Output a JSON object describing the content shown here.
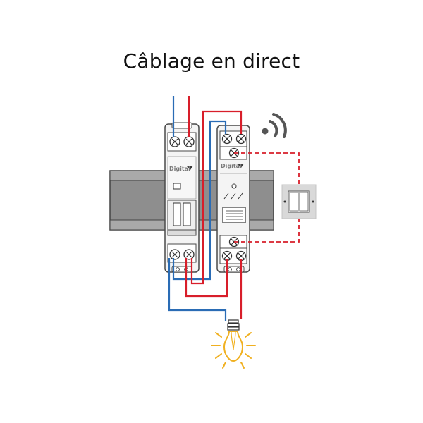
{
  "title": "Câblage en direct",
  "breaker": {
    "brand": "Digital"
  },
  "relay": {
    "brand": "Digital"
  },
  "colors": {
    "live": "#d81e2a",
    "neutral": "#2a6cb5",
    "rail": "#8c8c8c",
    "module": "#f2f2f2",
    "outline": "#5a5a5a",
    "bulb": "#f0b020",
    "radio": "#555555"
  },
  "icons": {
    "wireless": "wifi-signal-icon",
    "bulb": "light-bulb-icon",
    "pushbutton": "double-pushbutton-icon"
  }
}
